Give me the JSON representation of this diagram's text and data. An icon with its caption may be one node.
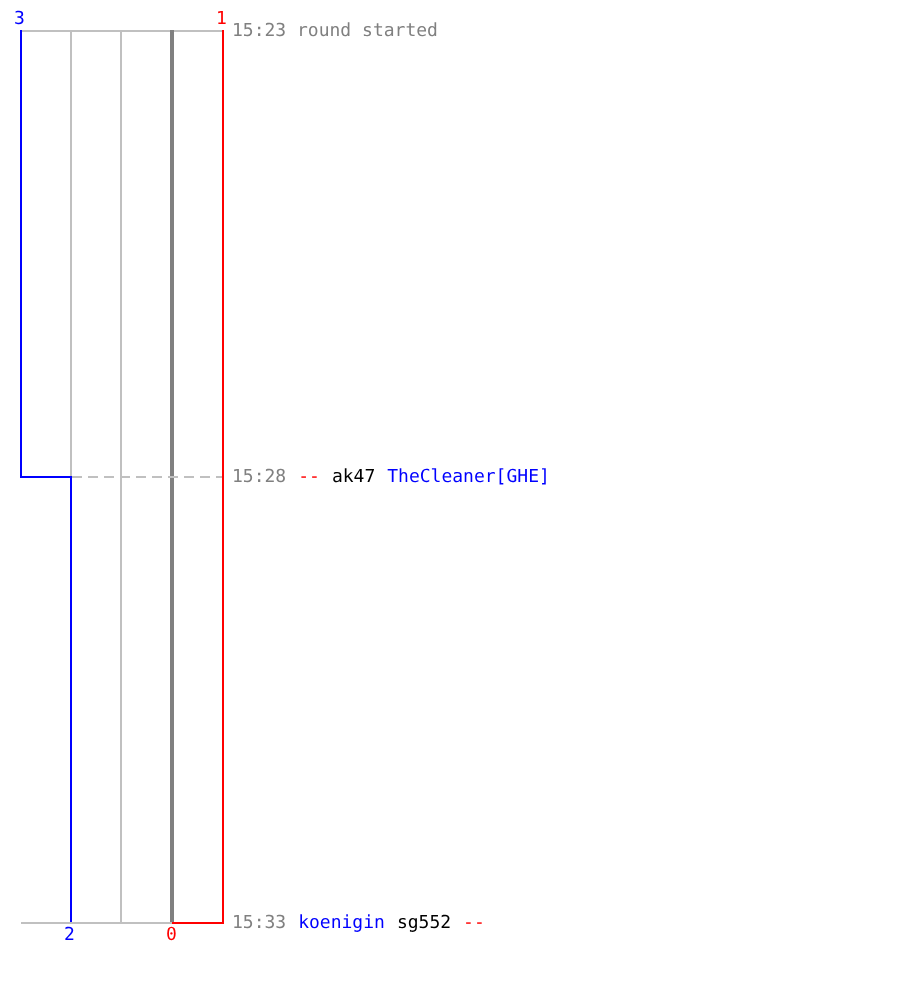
{
  "diagram": {
    "labels": [
      "3",
      "1",
      "15:23 round started",
      "15:28",
      "--",
      "ak47",
      "TheCleaner[GHE]",
      "15:33",
      "koenigin",
      "sg552",
      "--",
      "2",
      "0"
    ]
  }
}
